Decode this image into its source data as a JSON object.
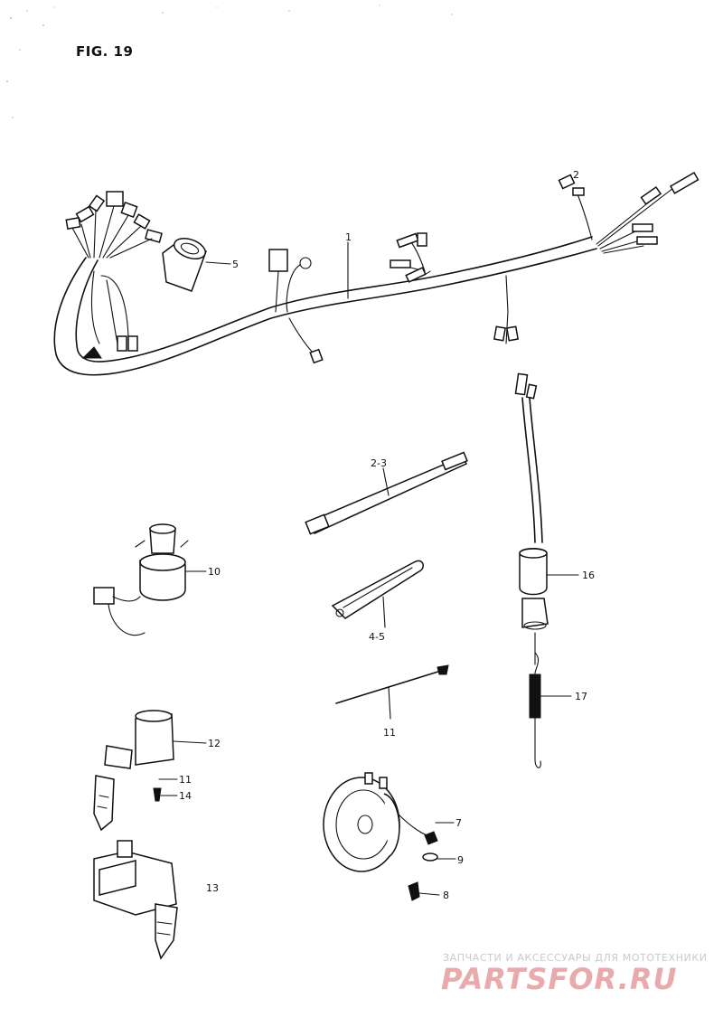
{
  "figure": {
    "title": "FIG. 19"
  },
  "watermark": {
    "caption": "ЗАПЧАСТИ И АКСЕССУАРЫ ДЛЯ МОТОТЕХНИКИ",
    "brand": "PARTSFOR.RU"
  },
  "callouts": {
    "wiring_harness": "1",
    "small_connector": "2",
    "band_long": "2-3",
    "ignition_cap": "5",
    "band_short": "4-5",
    "ignition_switch": "10",
    "cable_tie": "11",
    "lock_set": "12",
    "washer_a": "11",
    "screw_a": "14",
    "handle_lock": "13",
    "horn_bolt_a": "7",
    "horn_washer": "9",
    "horn_bolt_b": "8",
    "cable_assembly": "16",
    "spring": "17"
  }
}
